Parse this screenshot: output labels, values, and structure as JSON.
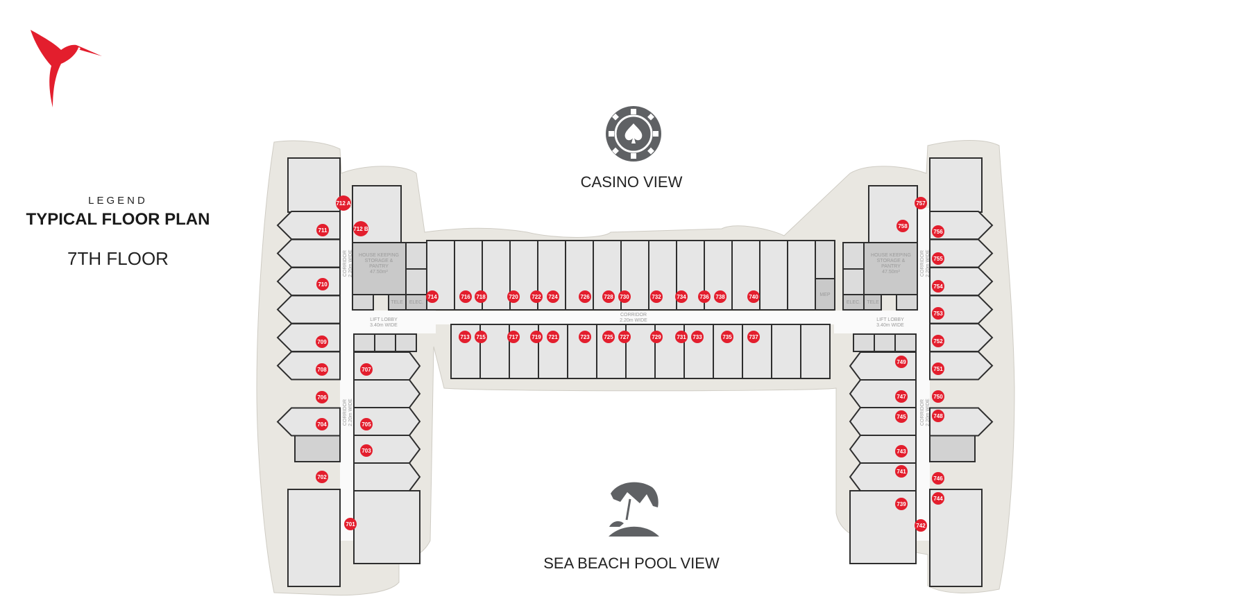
{
  "legend": {
    "kicker": "LEGEND",
    "title": "TYPICAL FLOOR PLAN",
    "floor": "7TH FLOOR"
  },
  "views": {
    "top": {
      "label": "CASINO VIEW",
      "icon": "casino-chip-icon"
    },
    "bottom": {
      "label": "SEA BEACH POOL VIEW",
      "icon": "beach-umbrella-icon"
    }
  },
  "colors": {
    "brand_red": "#e31e2d",
    "icon_gray": "#5f6164",
    "landscape": "#e9e7e1",
    "wall": "#2e2e2e",
    "room": "#e6e6e6",
    "service": "#c9c9c9"
  },
  "areas": {
    "housekeeping_left": [
      "HOUSE KEEPING",
      "STORAGE &",
      "PANTRY",
      "47.50m²"
    ],
    "housekeeping_right": [
      "HOUSE KEEPING",
      "STORAGE &",
      "PANTRY",
      "47.50m²"
    ],
    "tele": "TELE",
    "elec": "ELEC.",
    "mep": "MEP",
    "lift_lobby": [
      "LIFT LOBBY",
      "3.40m WIDE"
    ],
    "corridor": [
      "CORRIDOR",
      "2.20m WIDE"
    ]
  },
  "units": [
    "701",
    "702",
    "703",
    "704",
    "705",
    "706",
    "707",
    "708",
    "709",
    "710",
    "711",
    "712 A",
    "712 B",
    "713",
    "714",
    "715",
    "716",
    "717",
    "718",
    "719",
    "720",
    "721",
    "722",
    "723",
    "724",
    "725",
    "726",
    "727",
    "728",
    "729",
    "730",
    "731",
    "732",
    "733",
    "734",
    "735",
    "736",
    "737",
    "738",
    "739",
    "740",
    "741",
    "742",
    "743",
    "744",
    "745",
    "746",
    "747",
    "748",
    "749",
    "750",
    "751",
    "752",
    "753",
    "754",
    "755",
    "756",
    "757",
    "758"
  ]
}
